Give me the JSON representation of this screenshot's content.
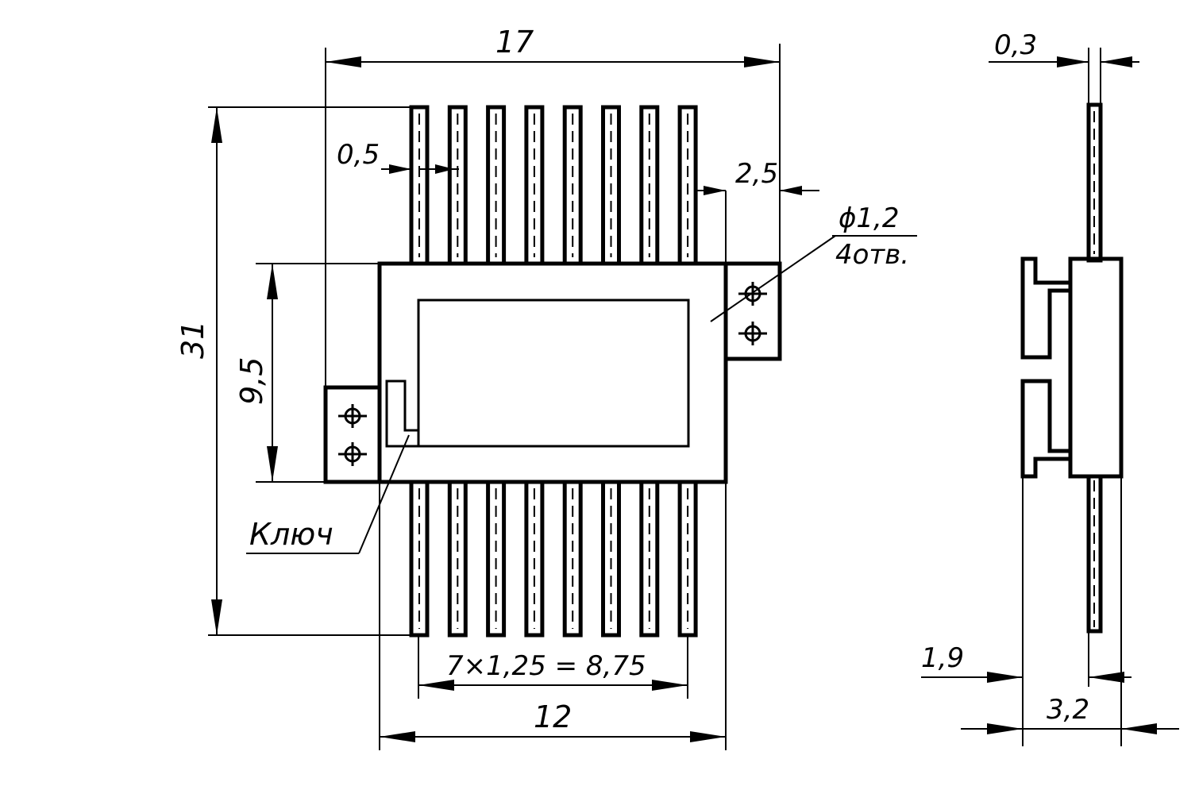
{
  "front_view": {
    "dim_overall_width": "17",
    "dim_lead_width": "0,5",
    "dim_flange_overhang": "2,5",
    "hole_callout_diameter": "ϕ1,2",
    "hole_callout_count": "4отв.",
    "dim_total_length": "31",
    "dim_body_length": "9,5",
    "key_label": "Ключ",
    "dim_pitch": "7×1,25 = 8,75",
    "dim_body_width": "12"
  },
  "side_view": {
    "dim_lead_thickness": "0,3",
    "dim_lead_offset": "1,9",
    "dim_body_height": "3,2"
  },
  "leads_per_side": 8
}
